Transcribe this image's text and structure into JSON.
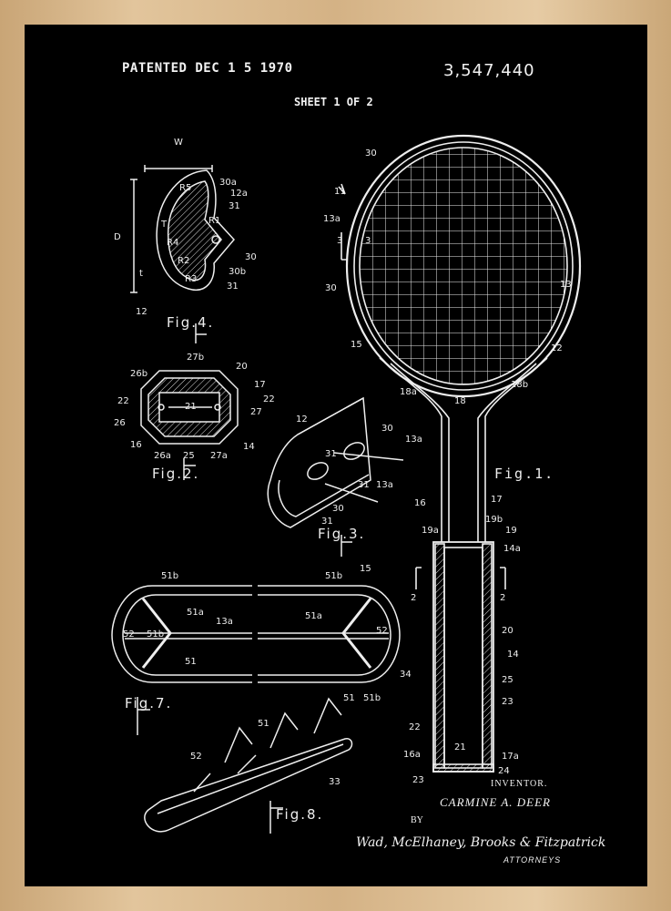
{
  "header": {
    "patented": "PATENTED DEC 1 5 1970",
    "patent_number": "3,547,440",
    "sheet": "SHEET 1 OF 2"
  },
  "figures": {
    "fig1": "Fig.1.",
    "fig2": "Fig.2.",
    "fig3": "Fig.3.",
    "fig4": "Fig.4.",
    "fig7": "Fig.7.",
    "fig8": "Fig.8."
  },
  "fig4_labels": [
    "W",
    "D",
    "t",
    "T",
    "R1",
    "R2",
    "R3",
    "R4",
    "R5",
    "30a",
    "12a",
    "31",
    "30",
    "30b",
    "31",
    "12"
  ],
  "fig1_labels": [
    "11",
    "30",
    "13a",
    "3",
    "3",
    "30",
    "15",
    "13",
    "12",
    "18a",
    "18",
    "18b",
    "16",
    "17",
    "19a",
    "19b",
    "19",
    "14a",
    "2",
    "2",
    "20",
    "14",
    "25",
    "23",
    "22",
    "16a",
    "21",
    "17a",
    "24",
    "23"
  ],
  "fig2_labels": [
    "27b",
    "26b",
    "20",
    "17",
    "22",
    "21",
    "22",
    "27",
    "26",
    "16",
    "26a",
    "25",
    "27a",
    "14"
  ],
  "fig3_labels": [
    "12",
    "30",
    "13a",
    "31",
    "31",
    "13a",
    "30",
    "31"
  ],
  "fig7_labels": [
    "51b",
    "51b",
    "15",
    "51a",
    "13a",
    "51a",
    "52",
    "51b",
    "52",
    "51",
    "51",
    "51b",
    "34"
  ],
  "fig8_labels": [
    "51",
    "52",
    "33"
  ],
  "signature": {
    "inventor_label": "INVENTOR.",
    "inventor_name": "CARMINE A. DEER",
    "by": "BY",
    "attorney_signature": "Wad, McElhaney, Brooks & Fitzpatrick",
    "attorneys_label": "ATTORNEYS"
  },
  "colors": {
    "frame": "#d9b98e",
    "background": "#000000",
    "ink": "#f2f2f2"
  }
}
